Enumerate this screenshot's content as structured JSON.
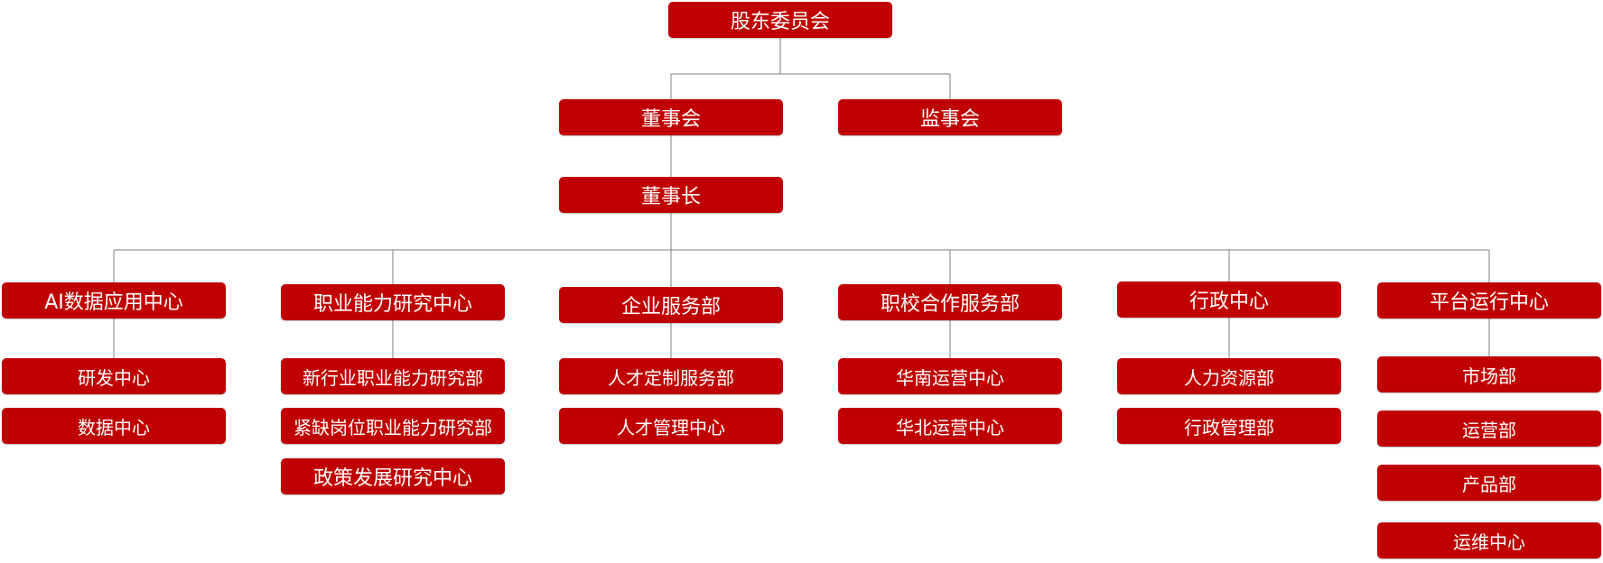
{
  "colors": {
    "node_fill": "#c00000",
    "node_text": "#ffffff",
    "connector": "#7f7f7f"
  },
  "shareholders": {
    "label": "股东委员会"
  },
  "board": {
    "label": "董事会"
  },
  "supervisors": {
    "label": "监事会"
  },
  "chairman": {
    "label": "董事长"
  },
  "departments": [
    {
      "label": "AI数据应用中心",
      "children": [
        "研发中心",
        "数据中心"
      ]
    },
    {
      "label": "职业能力研究中心",
      "children": [
        "新行业职业能力研究部",
        "紧缺岗位职业能力研究部",
        "政策发展研究中心"
      ]
    },
    {
      "label": "企业服务部",
      "children": [
        "人才定制服务部",
        "人才管理中心"
      ]
    },
    {
      "label": "职校合作服务部",
      "children": [
        "华南运营中心",
        "华北运营中心"
      ]
    },
    {
      "label": "行政中心",
      "children": [
        "人力资源部",
        "行政管理部"
      ]
    },
    {
      "label": "平台运行中心",
      "children": [
        "市场部",
        "运营部",
        "产品部",
        "运维中心"
      ]
    }
  ]
}
